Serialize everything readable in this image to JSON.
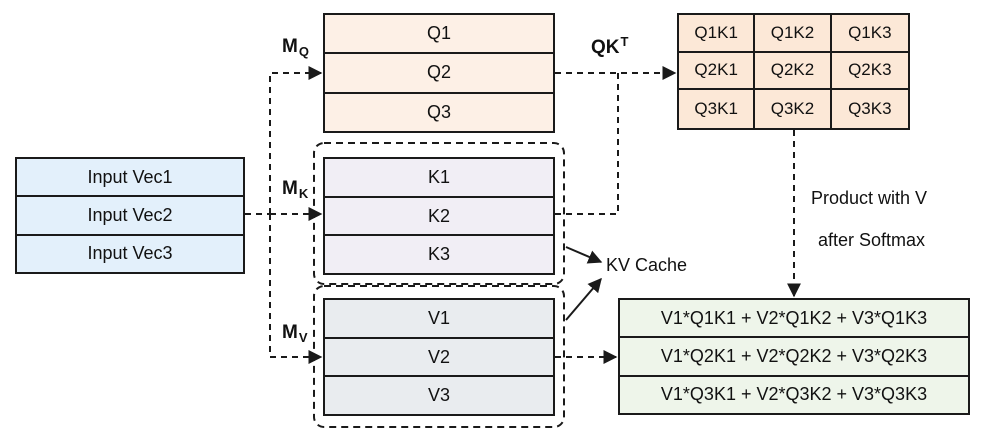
{
  "input": {
    "rows": [
      "Input Vec1",
      "Input Vec2",
      "Input Vec3"
    ]
  },
  "query": {
    "rows": [
      "Q1",
      "Q2",
      "Q3"
    ]
  },
  "key": {
    "rows": [
      "K1",
      "K2",
      "K3"
    ]
  },
  "value": {
    "rows": [
      "V1",
      "V2",
      "V3"
    ]
  },
  "scores": {
    "cells": [
      "Q1K1",
      "Q1K2",
      "Q1K3",
      "Q2K1",
      "Q2K2",
      "Q2K3",
      "Q3K1",
      "Q3K2",
      "Q3K3"
    ]
  },
  "output": {
    "rows": [
      "V1*Q1K1 + V2*Q1K2 + V3*Q1K3",
      "V1*Q2K1 + V2*Q2K2 + V3*Q2K3",
      "V1*Q3K1 + V2*Q3K2 + V3*Q3K3"
    ]
  },
  "labels": {
    "mq_base": "M",
    "mq_sub": "Q",
    "mk_base": "M",
    "mk_sub": "K",
    "mv_base": "M",
    "mv_sub": "V",
    "qkt_base": "QK",
    "qkt_sup": "T",
    "product_line1": "Product with V",
    "product_line2": "after Softmax",
    "kv_cache": "KV Cache"
  },
  "colors": {
    "input_fill": "#e3f0fb",
    "query_fill": "#fdf0e6",
    "key_fill": "#f1eef5",
    "value_fill": "#e9ecef",
    "scores_fill": "#fce8d7",
    "output_fill": "#eef5ea",
    "line": "#1a1a1a"
  }
}
